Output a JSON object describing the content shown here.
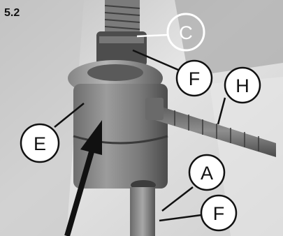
{
  "figure": {
    "label": "5.2"
  },
  "callouts": [
    {
      "id": "C",
      "label": "C"
    },
    {
      "id": "F_top",
      "label": "F"
    },
    {
      "id": "H",
      "label": "H"
    },
    {
      "id": "E",
      "label": "E"
    },
    {
      "id": "A",
      "label": "A"
    },
    {
      "id": "F_bottom",
      "label": "F"
    }
  ],
  "colors": {
    "background": "#d9d9d9",
    "metal_dark": "#5a5a5a",
    "metal_mid": "#8a8a8a",
    "metal_light": "#c4c4c4",
    "callout_fill": "#ffffff",
    "callout_stroke": "#111111",
    "arrow": "#111111"
  }
}
